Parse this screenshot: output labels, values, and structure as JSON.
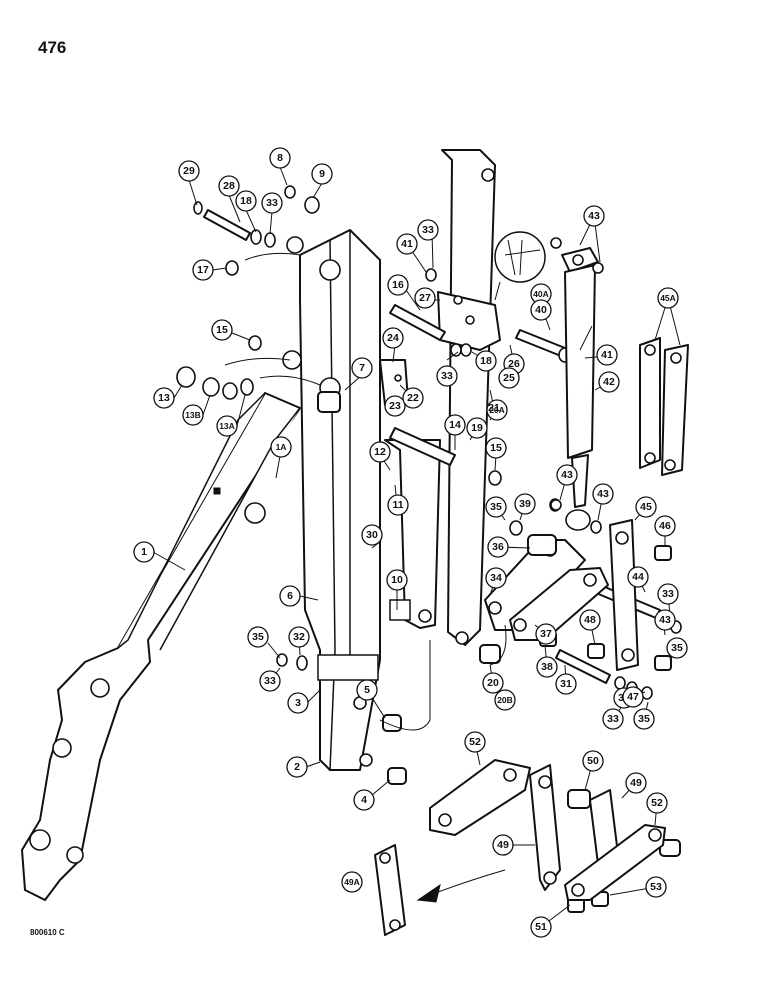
{
  "page_number": "476",
  "drawing_code": "800610 C",
  "callouts": [
    "29",
    "28",
    "18",
    "33",
    "8",
    "9",
    "17",
    "15",
    "13",
    "13B",
    "13A",
    "1A",
    "1",
    "6",
    "30",
    "10",
    "7",
    "24",
    "23",
    "22",
    "12",
    "11",
    "14",
    "19",
    "20A",
    "15",
    "16",
    "27",
    "33",
    "41",
    "18",
    "26",
    "25",
    "21",
    "33",
    "41",
    "40A",
    "40",
    "43",
    "45A",
    "42",
    "43",
    "43",
    "45",
    "46",
    "44",
    "33",
    "43",
    "35",
    "35",
    "39",
    "36",
    "34",
    "37",
    "48",
    "38",
    "31",
    "32",
    "33",
    "35",
    "47",
    "20",
    "20B",
    "5",
    "3",
    "2",
    "4",
    "35",
    "32",
    "33",
    "52",
    "50",
    "49",
    "49",
    "52",
    "49A",
    "53",
    "51"
  ]
}
